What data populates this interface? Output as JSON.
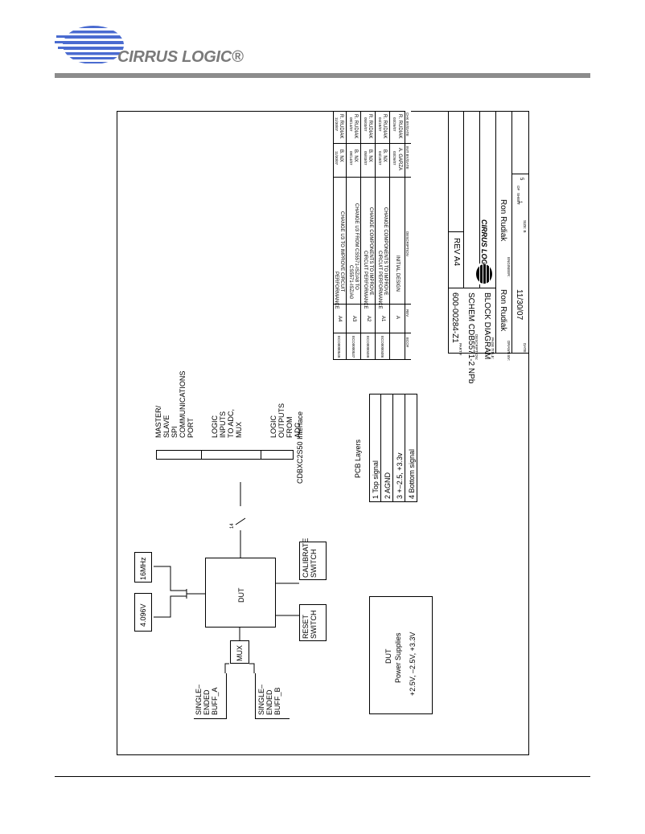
{
  "header": {
    "logo_text": "CIRRUS LOGIC®"
  },
  "diagram": {
    "blocks": {
      "osc_16": "16MHz",
      "ref": "4.096V",
      "dut": "DUT",
      "mux": "MUX",
      "cal_switch": [
        "CALIBRATE",
        "SWITCH"
      ],
      "reset_switch": [
        "RESET",
        "SWITCH"
      ],
      "buff_a": [
        "SINGLE–",
        "ENDED",
        "BUFF_A"
      ],
      "buff_b": [
        "SINGLE–",
        "ENDED",
        "BUFF_B"
      ],
      "bus_width": "14",
      "interface_label": "CDBXC2S50 Interface",
      "port_spi": [
        "MASTER/",
        "SLAVE",
        "SPI",
        "COMMUNICATIONS",
        "PORT"
      ],
      "port_logic_in": [
        "LOGIC",
        "INPUTS",
        "TO ADC,",
        "MUX"
      ],
      "port_logic_out": [
        "LOGIC",
        "OUTPUTS",
        "FROM",
        "ADC"
      ],
      "power": [
        "DUT",
        "Power Supplies",
        "+2.5V, –2.5V, +3.3V"
      ]
    },
    "pcb_layers": {
      "title": "PCB Layers",
      "layers": [
        "1  Top signal",
        "2  AGND",
        "3  +–2.5, +3.3v",
        "4  Bottom signal"
      ]
    }
  },
  "revisions": {
    "headers": [
      "ECO#",
      "REV",
      "DESCRIPTION",
      "INIT BY/DATE",
      "CHK BY/DATE"
    ],
    "rows": [
      {
        "eco": "",
        "rev": "A",
        "desc": [
          "INITIAL DESIGN"
        ],
        "init": "A. GARZA",
        "init_date": "03/26/07",
        "chk": "R. RUDIAK",
        "chk_date": "03/26/07"
      },
      {
        "eco": "ECO0000486",
        "rev": "A1",
        "desc": [
          "CHANGE COMPONENTS TO IMPROVE",
          "CIRCUIT PERFORMANCE"
        ],
        "init": "B. NX",
        "init_date": "04/18/07",
        "chk": "R. RUDIAK",
        "chk_date": "04/18/07"
      },
      {
        "eco": "ECO0000499",
        "rev": "A2",
        "desc": [
          "CHANGE COMPONENTS TO IMPROVE",
          "CIRCUIT PERFORMANCE"
        ],
        "init": "B. NX",
        "init_date": "05/03/07",
        "chk": "R. RUDIAK",
        "chk_date": "05/03/07"
      },
      {
        "eco": "ECO0000537",
        "rev": "A3",
        "desc": [
          "CHANGE U3 FROM CS5571-ISZ/A8 TO",
          "CS5571-ISZ/A0"
        ],
        "init": "B. NX",
        "init_date": "08/14/07",
        "chk": "R. RUDIAK",
        "chk_date": "08/14/07"
      },
      {
        "eco": "ECO0000549",
        "rev": "A4",
        "desc": [
          "CHANGE U3 TO IMPROVE CIRCUIT",
          "PERFORMANCE"
        ],
        "init": "B. NX",
        "init_date": "11/30/07",
        "chk": "R. RUDIAK",
        "chk_date": "11/30/07"
      }
    ]
  },
  "title_block": {
    "logo": "CIRRUS LOGIC",
    "part_label": "PART #",
    "part": "600-00284-Z1",
    "rev": "REV  A4",
    "desc_label": "DESCRIPTION:",
    "desc": "SCHEM CDB5571-2 NPb",
    "page_label": "PAGE TITLE:",
    "page_title": "BLOCK DIAGRAM",
    "drawn_label": "DRAWN BY:",
    "drawn_by": "Ron Rudiak",
    "engineer_label": "ENGINEER:",
    "engineer": "Ron Rudiak",
    "date_label": "DATE:",
    "date": "11/30/07",
    "size_label": "SIZE: B",
    "sheet_label": "SHEET",
    "sheet": "1",
    "of_label": "OF",
    "of": "5"
  }
}
